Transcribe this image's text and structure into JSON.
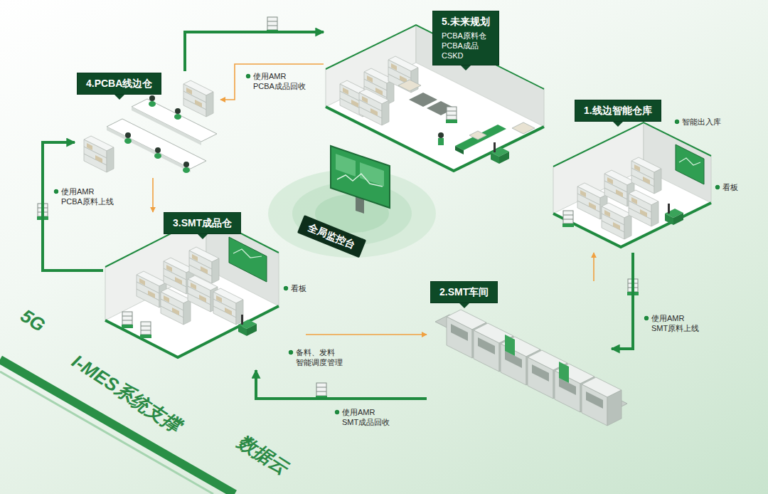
{
  "diagram": {
    "nodes": [
      {
        "text": [
          "1.线边智能仓库",
          "智能出入库",
          "看板"
        ]
      },
      {
        "text": [
          "2.SMT车间"
        ]
      },
      {
        "text": [
          "3.SMT成品仓",
          "看板"
        ]
      },
      {
        "text": [
          "4.PCBA线边仓"
        ]
      },
      {
        "text": [
          "5.未来规划",
          "PCBA原料仓 PCBA成品 CSKD"
        ]
      },
      {
        "text": [
          "全局监控台"
        ]
      }
    ],
    "edges": [
      {
        "from": 0,
        "to": 1,
        "arrow": "to",
        "label": "使用AMR SMT原料上线"
      },
      {
        "from": 1,
        "to": 0,
        "arrow": "to"
      },
      {
        "from": 1,
        "to": 2,
        "arrow": "to",
        "label": "使用AMR SMT成品回收"
      },
      {
        "from": 2,
        "to": 1,
        "arrow": "to"
      },
      {
        "from": 2,
        "to": 3,
        "arrow": "to",
        "label": "使用AMR PCBA原料上线"
      },
      {
        "from": 3,
        "to": 2,
        "arrow": "to"
      },
      {
        "from": 3,
        "to": 4,
        "arrow": "to",
        "label": "使用AMR PCBA成品回收"
      },
      {
        "from": 4,
        "to": 3,
        "arrow": "to"
      }
    ],
    "labels": [
      "备料、发料 智能调度管理",
      "5G",
      "I-MES系统支撑",
      "数据云"
    ]
  }
}
